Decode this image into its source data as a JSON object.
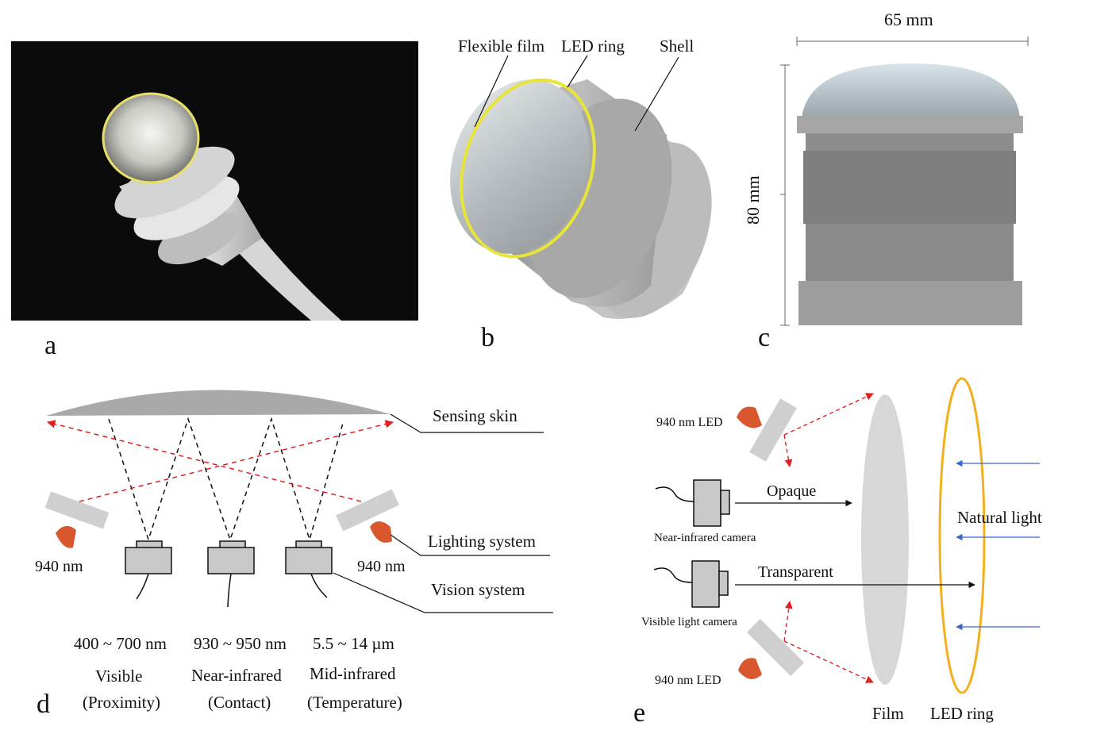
{
  "panels": {
    "a": "a",
    "b": "b",
    "c": "c",
    "d": "d",
    "e": "e"
  },
  "panel_b": {
    "flexible_film": "Flexible film",
    "led_ring": "LED ring",
    "shell": "Shell"
  },
  "panel_c": {
    "width": "65 mm",
    "height": "80 mm"
  },
  "panel_d": {
    "sensing_skin": "Sensing skin",
    "lighting_system": "Lighting  system",
    "vision_system": "Vision system",
    "wavelength_left": "940 nm",
    "wavelength_right": "940 nm",
    "cameras": [
      {
        "range": "400 ~ 700 nm",
        "band": "Visible",
        "role": "(Proximity)"
      },
      {
        "range": "930 ~ 950 nm",
        "band": "Near-infrared",
        "role": "(Contact)"
      },
      {
        "range": "5.5 ~ 14 µm",
        "band": "Mid-infrared",
        "role": "(Temperature)"
      }
    ]
  },
  "panel_e": {
    "led_top": "940 nm LED",
    "led_bottom": "940 nm LED",
    "opaque": "Opaque",
    "transparent": "Transparent",
    "nir_camera": "Near-infrared camera",
    "vis_camera": "Visible light camera",
    "natural_light": "Natural light",
    "film": "Film",
    "led_ring": "LED ring"
  },
  "colors": {
    "led_orange": "#d9572e",
    "ray_red": "#e02020",
    "ring_yellow": "#f2b01e",
    "ring_glow": "#f4ee3a",
    "arrow_blue": "#3a66c8",
    "device_gray": "#c8c8c8"
  }
}
